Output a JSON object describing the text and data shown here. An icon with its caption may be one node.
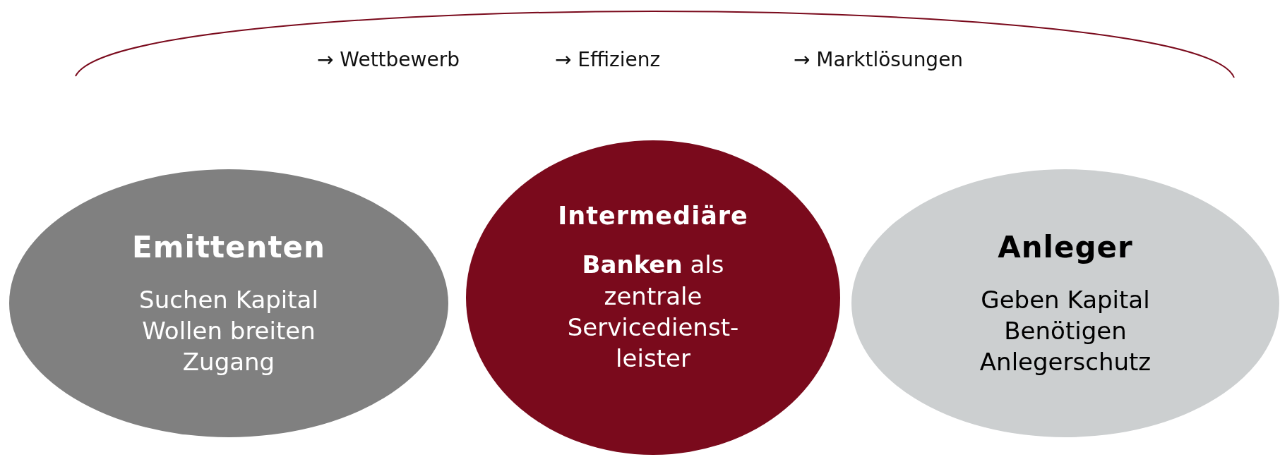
{
  "diagram": {
    "nodes": [
      {
        "text": [
          "Emittenten",
          "Suchen Kapital",
          "Wollen breiten Zugang"
        ]
      },
      {
        "text": [
          "Intermediäre",
          "**Banken** als zentrale Servicedienst- leister"
        ]
      },
      {
        "text": [
          "Anleger",
          "Geben Kapital",
          "Benötigen Anlegerschutz"
        ]
      }
    ],
    "edges": [],
    "labels": [
      "→ Wettbewerb",
      "→ Effizienz",
      "→ Marktlösungen"
    ]
  }
}
